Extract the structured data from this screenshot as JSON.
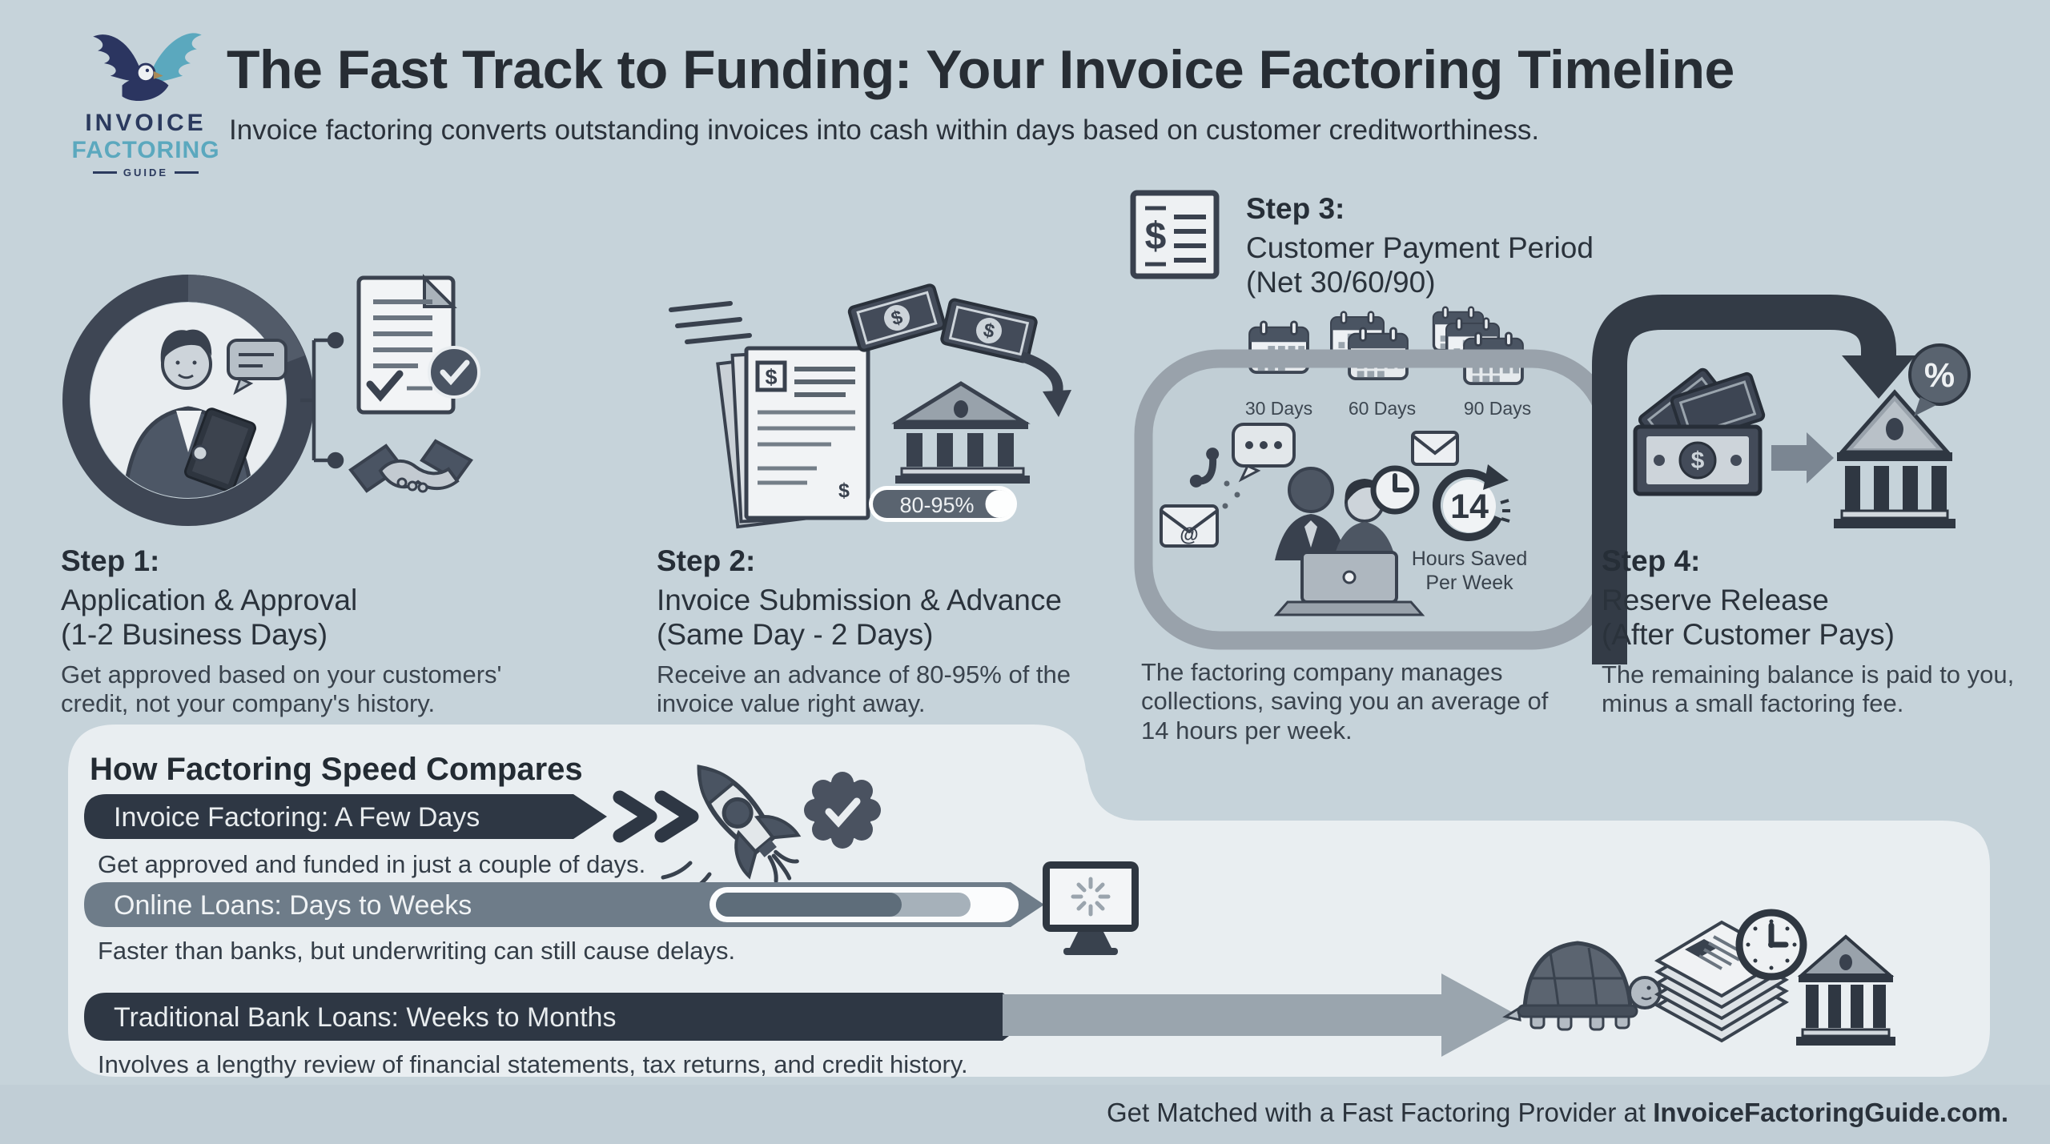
{
  "logo": {
    "line1": "INVOICE",
    "line2": "FACTORING",
    "line3": "GUIDE"
  },
  "header": {
    "title": "The Fast Track to Funding: Your Invoice Factoring Timeline",
    "subtitle": "Invoice factoring converts outstanding invoices into cash within days based on customer creditworthiness."
  },
  "glyphs": {
    "dollar": "$",
    "at_sign": "@",
    "percent": "%"
  },
  "steps": [
    {
      "label": "Step 1:",
      "title_line1": "Application & Approval",
      "title_line2": "(1-2 Business Days)",
      "description_line1": "Get approved based on your customers'",
      "description_line2": "credit, not your company's history."
    },
    {
      "label": "Step 2:",
      "title_line1": "Invoice Submission & Advance",
      "title_line2": "(Same Day - 2 Days)",
      "description_line1": "Receive an advance of 80-95% of the",
      "description_line2": "invoice value right away.",
      "advance_badge": "80-95%"
    },
    {
      "label": "Step 3:",
      "title_line1": "Customer Payment Period",
      "title_line2": "(Net 30/60/90)",
      "description_line1": "The factoring company manages",
      "description_line2": "collections, saving you an average of",
      "description_line3": "14 hours per week.",
      "calendars": [
        "30 Days",
        "60 Days",
        "90 Days"
      ],
      "hours_saved": {
        "value": "14",
        "caption_line1": "Hours Saved",
        "caption_line2": "Per Week"
      }
    },
    {
      "label": "Step 4:",
      "title_line1": "Reserve Release",
      "title_line2": "(After Customer Pays)",
      "description_line1": "The remaining balance is paid to you,",
      "description_line2": "minus a small factoring fee.",
      "percent_badge": "%"
    }
  ],
  "comparison": {
    "heading": "How Factoring Speed Compares",
    "rows": [
      {
        "bar_label": "Invoice Factoring: A Few Days",
        "description": "Get approved and funded in just a couple of days."
      },
      {
        "bar_label": "Online Loans: Days to Weeks",
        "description": "Faster than banks, but underwriting can still cause delays."
      },
      {
        "bar_label": "Traditional Bank Loans: Weeks to Months",
        "description": "Involves a lengthy review of financial statements, tax returns, and credit history."
      }
    ]
  },
  "footer": {
    "text": "Get Matched with a Fast Factoring Provider at ",
    "brand": "InvoiceFactoringGuide.com."
  },
  "colors": {
    "background": "#c6d3da",
    "panel": "#e9eef1",
    "ink_dark": "#2e3744",
    "bar_dark": "#2e3744",
    "bar_medium": "#6e7c89",
    "arrow_light": "#9aa5ae",
    "logo_navy": "#2b3560",
    "logo_teal": "#5ba8be",
    "footer_band": "#c1ced6"
  }
}
